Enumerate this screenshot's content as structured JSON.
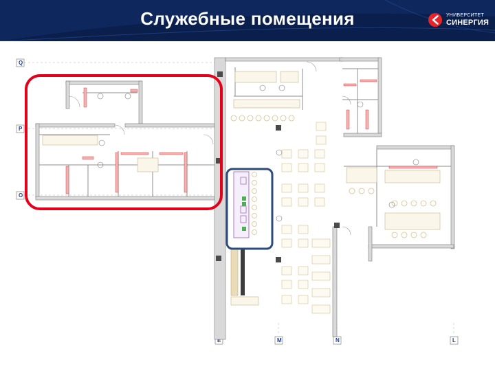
{
  "header": {
    "title": "Служебные помещения",
    "logo": {
      "line1": "УНИВЕРСИТЕТ",
      "line2": "СИНЕРГИЯ",
      "brand_color": "#e52529",
      "icon": "synergy-logo-icon"
    }
  },
  "plan": {
    "axis_labels": {
      "q": "Q",
      "p": "P",
      "o": "O",
      "e": "E",
      "m": "M",
      "n": "N",
      "l": "L"
    },
    "highlight_colors": {
      "service_rooms": "#e3001b",
      "bar_zone": "#2c4b7a"
    }
  }
}
